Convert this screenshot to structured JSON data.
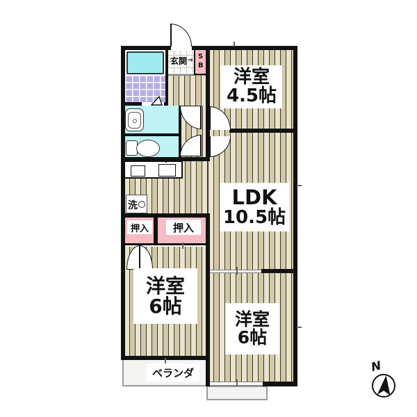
{
  "floorplan": {
    "rooms": {
      "western_room_top": {
        "name": "洋室",
        "size": "4.5帖"
      },
      "ldk": {
        "name": "LDK",
        "size": "10.5帖"
      },
      "western_room_left": {
        "name": "洋室",
        "size": "6帖"
      },
      "western_room_right": {
        "name": "洋室",
        "size": "6帖"
      }
    },
    "labels": {
      "entrance": "玄関",
      "entrance_arrow": "→",
      "shoe_box_top": "S",
      "shoe_box_bottom": "B",
      "closet_left": "押入",
      "closet_right": "押入",
      "laundry": "洗",
      "veranda": "ベランダ",
      "compass_north": "N"
    },
    "colors": {
      "floor_stripe_light": "#eae4cf",
      "floor_stripe_dark": "#d1c9a7",
      "water_blue": "#bff3f6",
      "bathtub_blue": "#9febf1",
      "tile_purple": "#b6aee2",
      "accent_pink": "#f7bcc3",
      "wall_black": "#111111",
      "veranda_gray": "#f4f4f2"
    }
  }
}
